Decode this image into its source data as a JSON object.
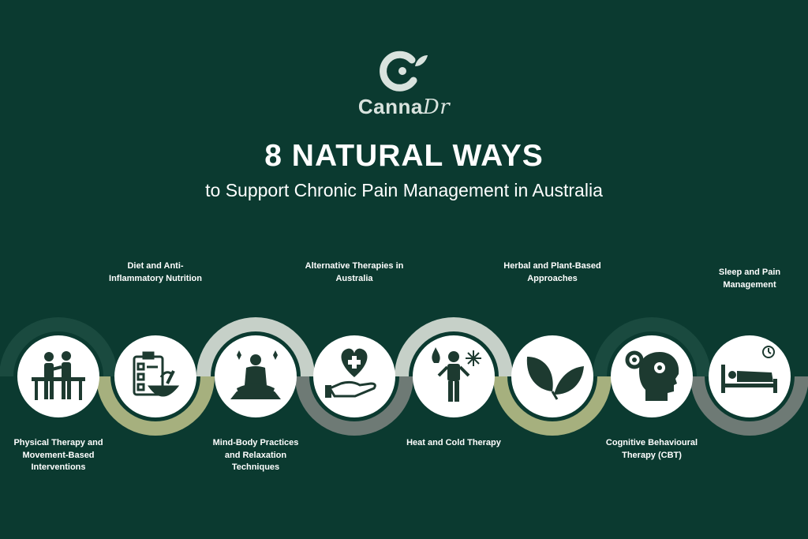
{
  "brand": {
    "name": "Canna",
    "script": "Dr"
  },
  "title": "8 NATURAL WAYS",
  "subtitle": "to Support Chronic Pain Management in Australia",
  "colors": {
    "background": "#0b3a30",
    "circle": "#ffffff",
    "icon": "#1d3a30",
    "ring_light": "#c6d0c8",
    "ring_olive": "#a6b07e",
    "ring_gray": "#6e7a75",
    "ring_dark": "#1a4a3f",
    "text": "#ffffff"
  },
  "steps": [
    {
      "label": "Physical Therapy and Movement-Based Interventions",
      "icon": "physical-therapy-icon"
    },
    {
      "label": "Diet and Anti-Inflammatory Nutrition",
      "icon": "diet-checklist-icon"
    },
    {
      "label": "Mind-Body Practices and Relaxation Techniques",
      "icon": "meditation-icon"
    },
    {
      "label": "Alternative Therapies in Australia",
      "icon": "heart-hand-icon"
    },
    {
      "label": "Heat and Cold Therapy",
      "icon": "heat-cold-icon"
    },
    {
      "label": "Herbal and Plant-Based Approaches",
      "icon": "leaves-icon"
    },
    {
      "label": "Cognitive Behavioural Therapy (CBT)",
      "icon": "head-gears-icon"
    },
    {
      "label": "Sleep and Pain Management",
      "icon": "sleep-bed-icon"
    }
  ]
}
